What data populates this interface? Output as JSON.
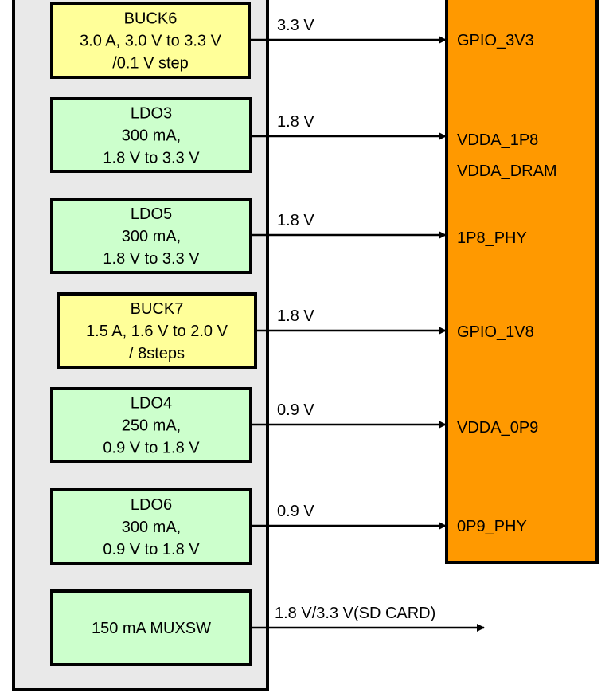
{
  "colors": {
    "pmic_bg": "#e9e9e9",
    "buck_fill": "#ffff99",
    "ldo_fill": "#ccffcc",
    "soc_fill": "#ff9900",
    "line": "#000000"
  },
  "regulators": [
    {
      "id": "buck6",
      "kind": "buck",
      "lines": [
        "BUCK6",
        "3.0 A, 3.0 V to 3.3 V",
        "/0.1 V step"
      ],
      "voltage": "3.3 V",
      "targets": [
        "GPIO_3V3"
      ]
    },
    {
      "id": "ldo3",
      "kind": "ldo",
      "lines": [
        "LDO3",
        "300 mA,",
        "1.8 V to 3.3 V"
      ],
      "voltage": "1.8 V",
      "targets": [
        "VDDA_1P8",
        "VDDA_DRAM"
      ]
    },
    {
      "id": "ldo5",
      "kind": "ldo",
      "lines": [
        "LDO5",
        "300 mA,",
        "1.8 V to 3.3 V"
      ],
      "voltage": "1.8 V",
      "targets": [
        "1P8_PHY"
      ]
    },
    {
      "id": "buck7",
      "kind": "buck",
      "lines": [
        "BUCK7",
        "1.5 A, 1.6 V to 2.0 V",
        "/ 8steps"
      ],
      "voltage": "1.8 V",
      "targets": [
        "GPIO_1V8"
      ]
    },
    {
      "id": "ldo4",
      "kind": "ldo",
      "lines": [
        "LDO4",
        "250 mA,",
        "0.9 V to 1.8 V"
      ],
      "voltage": "0.9 V",
      "targets": [
        "VDDA_0P9"
      ]
    },
    {
      "id": "ldo6",
      "kind": "ldo",
      "lines": [
        "LDO6",
        "300 mA,",
        "0.9 V to 1.8 V"
      ],
      "voltage": "0.9 V",
      "targets": [
        "0P9_PHY"
      ]
    },
    {
      "id": "muxsw",
      "kind": "ldo",
      "lines": [
        "150 mA  MUXSW"
      ],
      "voltage": "1.8 V/3.3 V(SD CARD)",
      "targets": []
    }
  ]
}
